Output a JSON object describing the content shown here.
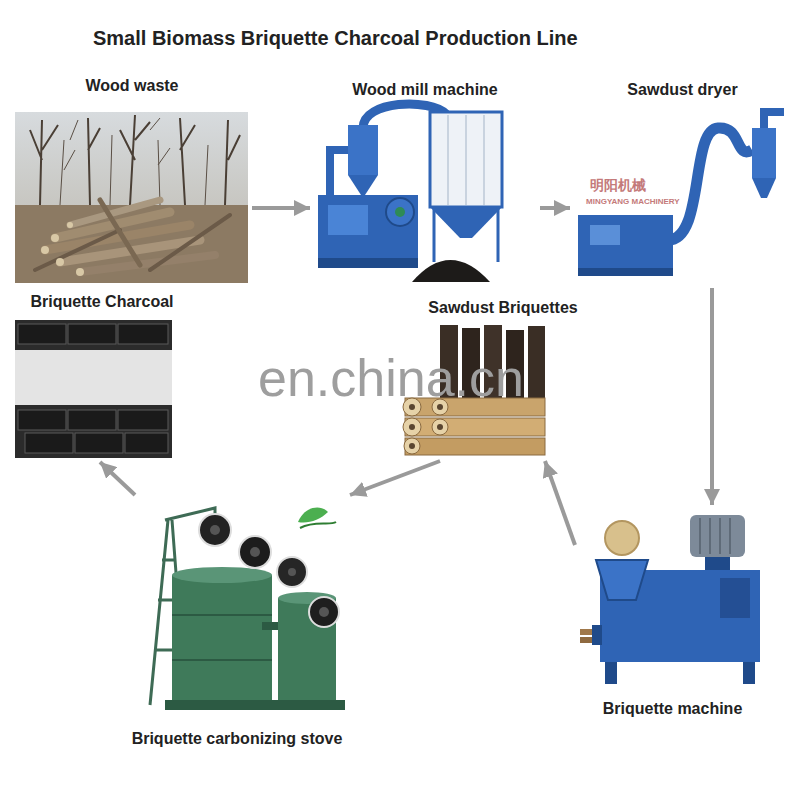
{
  "diagram": {
    "title": "Small Biomass Briquette Charcoal Production Line",
    "nodes": [
      {
        "text": [
          "Wood waste"
        ]
      },
      {
        "text": [
          "Wood mill machine"
        ]
      },
      {
        "text": [
          "Sawdust dryer"
        ]
      },
      {
        "text": [
          "Briquette Charcoal"
        ]
      },
      {
        "text": [
          "Sawdust Briquettes"
        ]
      },
      {
        "text": [
          "Briquette machine"
        ]
      },
      {
        "text": [
          "Briquette carbonizing stove"
        ]
      }
    ],
    "edges": [
      {
        "from": 0,
        "to": 1,
        "arrow": "to"
      },
      {
        "from": 1,
        "to": 2,
        "arrow": "to"
      },
      {
        "from": 2,
        "to": 5,
        "arrow": "to"
      },
      {
        "from": 5,
        "to": 4,
        "arrow": "to"
      },
      {
        "from": 4,
        "to": 6,
        "arrow": "to"
      },
      {
        "from": 6,
        "to": 3,
        "arrow": "to"
      }
    ],
    "labels": [
      "en.china.cn",
      "明阳机械",
      "MINGYANG MACHINERY"
    ]
  }
}
